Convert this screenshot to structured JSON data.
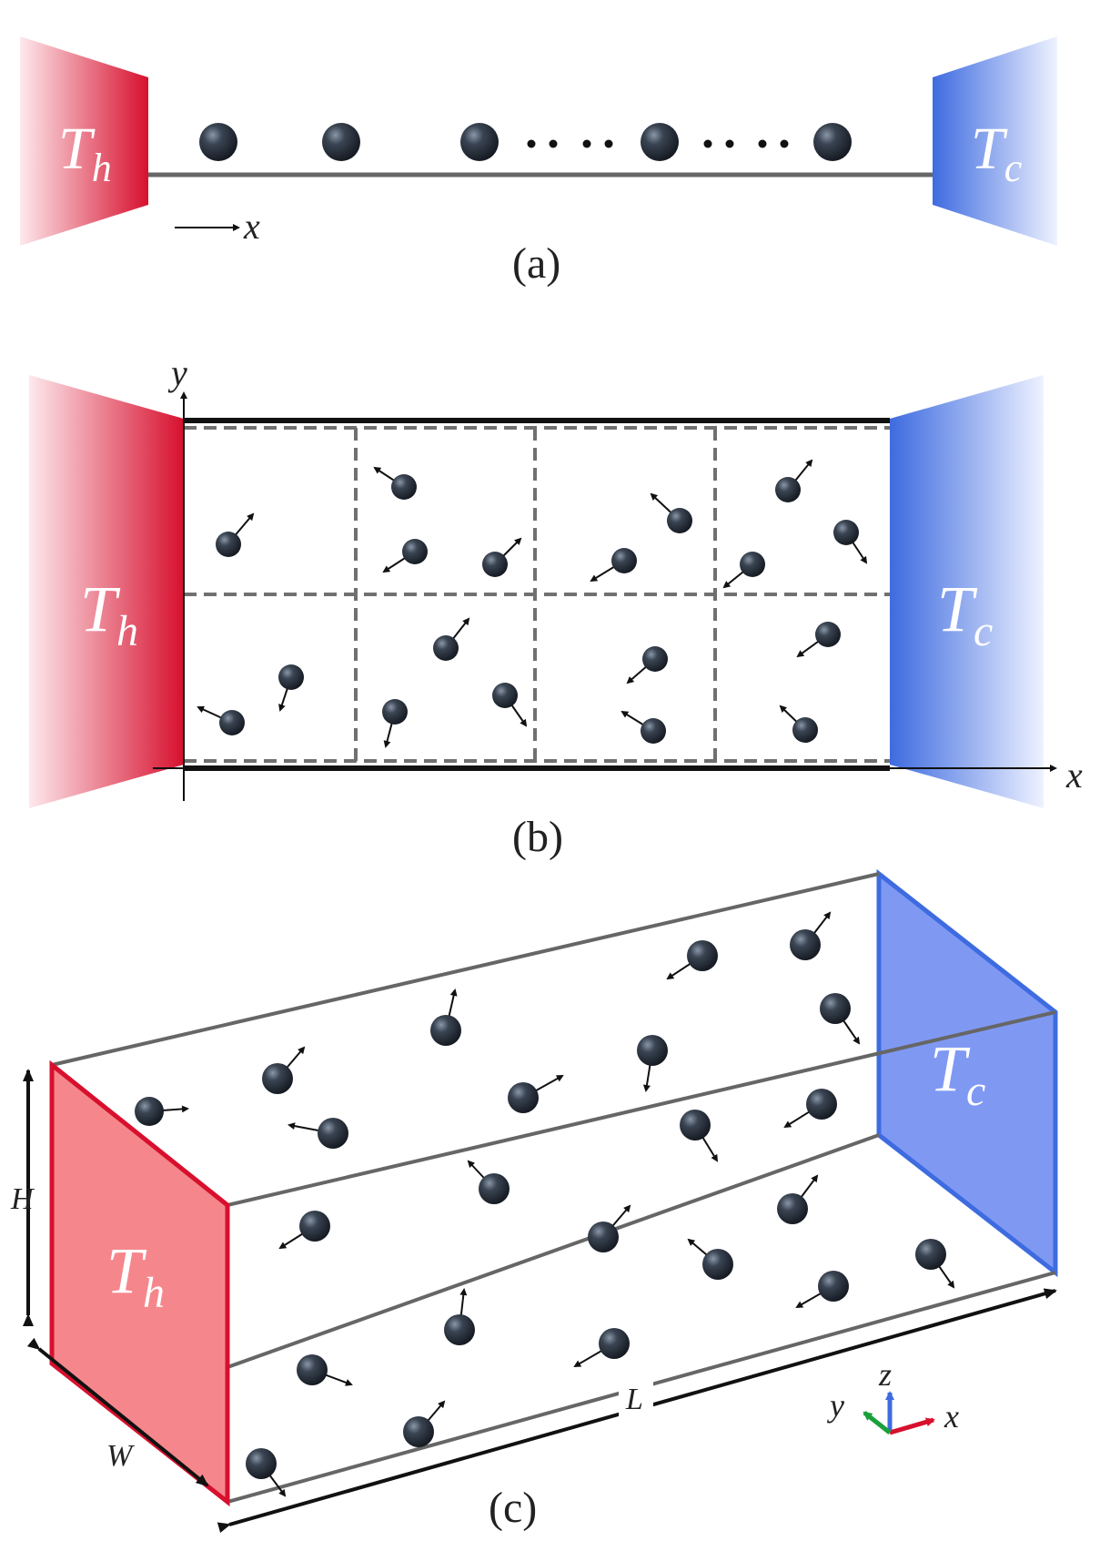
{
  "panels": {
    "a": {
      "caption": "(a)",
      "hot_main": "T",
      "hot_sub": "h",
      "cold_main": "T",
      "cold_sub": "c",
      "axis": "x",
      "dots": "····"
    },
    "b": {
      "caption": "(b)",
      "hot_main": "T",
      "hot_sub": "h",
      "cold_main": "T",
      "cold_sub": "c",
      "axis_x": "x",
      "axis_y": "y"
    },
    "c": {
      "caption": "(c)",
      "hot_main": "T",
      "hot_sub": "h",
      "cold_main": "T",
      "cold_sub": "c",
      "dim_height": "H",
      "dim_width": "W",
      "dim_length": "L",
      "axis_x": "x",
      "axis_y": "y",
      "axis_z": "z"
    }
  },
  "colors": {
    "hot": "#d7102e",
    "cold": "#3e6be0",
    "particle": "#2b3440",
    "grid": "#707070",
    "wall": "#111111"
  }
}
